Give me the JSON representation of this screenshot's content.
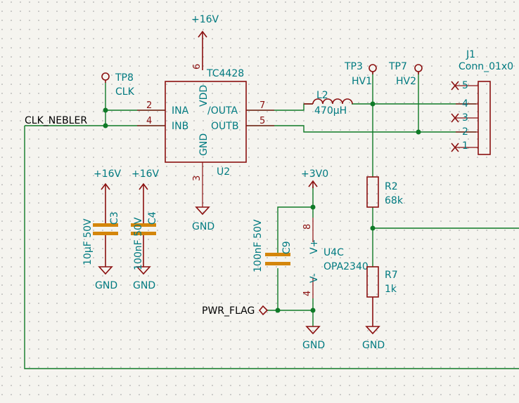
{
  "colors": {
    "background": "#f5f4ef",
    "grid_dot": "#9a9a9a",
    "wire": "#0f7a27",
    "component": "#8b1010",
    "label": "#007a80"
  },
  "power": {
    "p16v_top": "+16V",
    "p16v_c3": "+16V",
    "p16v_c4": "+16V",
    "p3v0": "+3V0",
    "gnd_u2": "GND",
    "gnd_c3": "GND",
    "gnd_c4": "GND",
    "gnd_u4": "GND",
    "gnd_r7": "GND"
  },
  "nets": {
    "clk_nebler": "CLK_NEBLER",
    "pwr_flag": "PWR_FLAG"
  },
  "u2": {
    "ref": "U2",
    "value": "TC4428",
    "pin_ina": "INA",
    "pin_inb": "INB",
    "pin_vdd": "VDD",
    "pin_gnd": "GND",
    "pin_outa": "/OUTA",
    "pin_outb": "OUTB",
    "num_2": "2",
    "num_4": "4",
    "num_6": "6",
    "num_3": "3",
    "num_7": "7",
    "num_5": "5"
  },
  "tp8": {
    "ref": "TP8",
    "value": "CLK"
  },
  "tp3": {
    "ref": "TP3",
    "value": "HV1"
  },
  "tp7": {
    "ref": "TP7",
    "value": "HV2"
  },
  "l2": {
    "ref": "L2",
    "value": "470µH"
  },
  "j1": {
    "ref": "J1",
    "value": "Conn_01x0",
    "pins": [
      "5",
      "4",
      "3",
      "2",
      "1"
    ]
  },
  "c3": {
    "ref": "C3",
    "value": "10µF 50V"
  },
  "c4": {
    "ref": "C4",
    "value": "100nF 50V"
  },
  "c9": {
    "ref": "C9",
    "value": "100nF 50V"
  },
  "u4c": {
    "ref": "U4C",
    "value": "OPA2340",
    "pin_vplus": "V+",
    "pin_vminus": "V-",
    "num_8": "8",
    "num_4": "4"
  },
  "r2": {
    "ref": "R2",
    "value": "68k"
  },
  "r7": {
    "ref": "R7",
    "value": "1k"
  }
}
